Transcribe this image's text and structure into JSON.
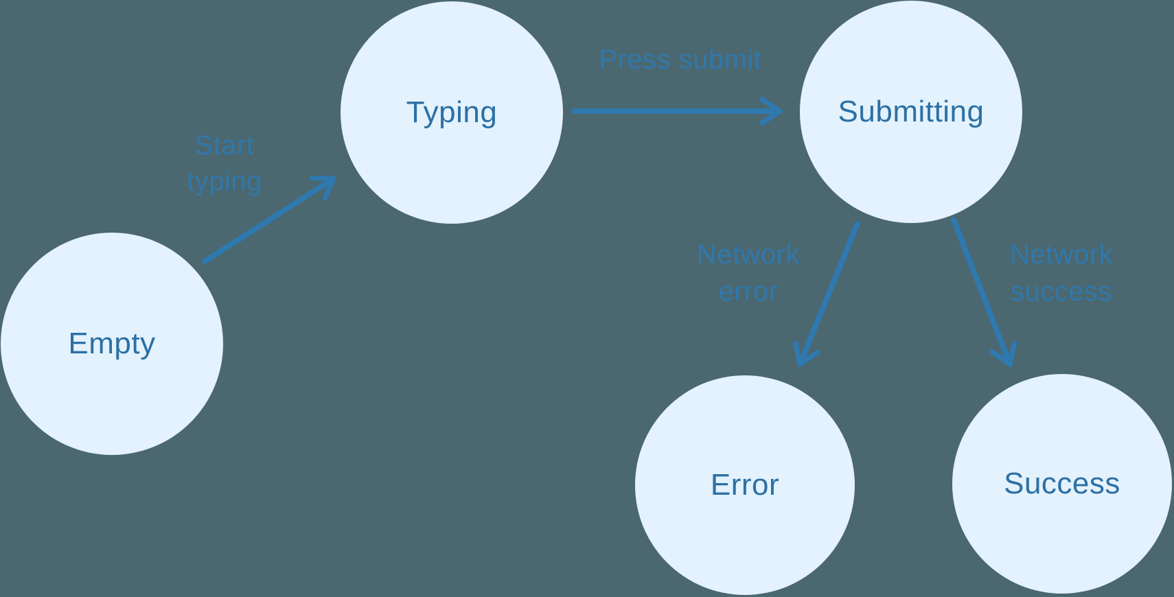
{
  "diagram": {
    "type": "state-machine",
    "colors": {
      "background": "#4b6770",
      "node_fill": "#e3f2fd",
      "node_text": "#2c70a4",
      "arrow_and_edge_label": "#2e7ab0"
    },
    "nodes": {
      "empty": {
        "label": "Empty"
      },
      "typing": {
        "label": "Typing"
      },
      "submitting": {
        "label": "Submitting"
      },
      "error": {
        "label": "Error"
      },
      "success": {
        "label": "Success"
      }
    },
    "edges": {
      "start_typing": {
        "from": "Empty",
        "to": "Typing",
        "line1": "Start",
        "line2": "typing"
      },
      "press_submit": {
        "from": "Typing",
        "to": "Submitting",
        "line1": "Press submit"
      },
      "network_error": {
        "from": "Submitting",
        "to": "Error",
        "line1": "Network",
        "line2": "error"
      },
      "network_success": {
        "from": "Submitting",
        "to": "Success",
        "line1": "Network",
        "line2": "success"
      }
    }
  }
}
